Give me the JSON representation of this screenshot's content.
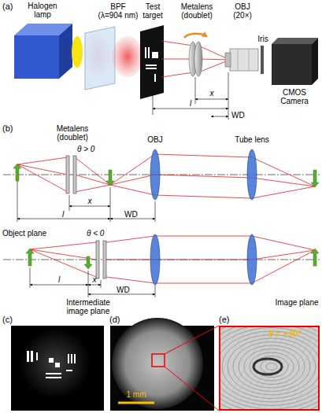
{
  "diagram": {
    "nodes": [
      {
        "text": [
          "Halogen lamp"
        ]
      },
      {
        "text": [
          "CMOS Camera"
        ]
      }
    ],
    "labels": [
      "(a)",
      "BPF (λ=904 nm)",
      "Test target",
      "Metalens (doublet)",
      "OBJ (20×)",
      "Iris",
      "x",
      "l",
      "WD",
      "(b)",
      "Metalens (doublet)",
      "θ > 0",
      "x",
      "l",
      "WD",
      "OBJ",
      "Tube lens",
      "Object plane",
      "θ < 0",
      "l",
      "x",
      "WD",
      "Intermediate image plane",
      "Image plane",
      "(c)",
      "(d)",
      "1 mm",
      "(e)",
      "θ = +30°"
    ]
  }
}
